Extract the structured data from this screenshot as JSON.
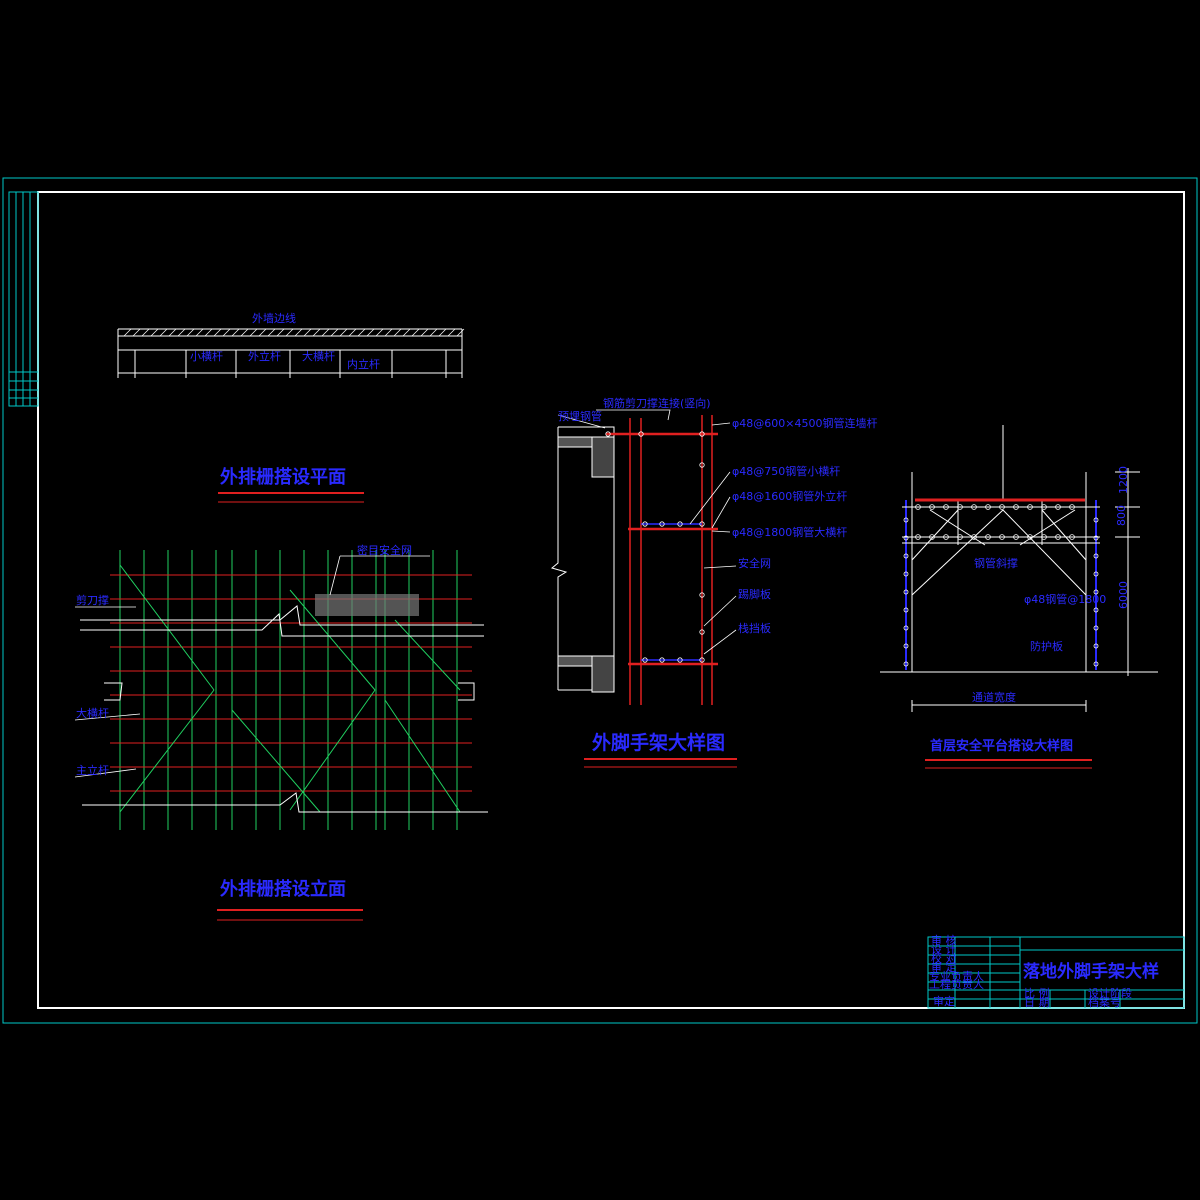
{
  "plan": {
    "title": "外排栅搭设平面",
    "labels": {
      "wall_line": "外墙边线",
      "small_bar": "小横杆",
      "outer_pole": "外立杆",
      "big_bar": "大横杆",
      "inner_pole": "内立杆"
    }
  },
  "elevation": {
    "title": "外排栅搭设立面",
    "labels": {
      "net": "密目安全网",
      "brace": "剪刀撑",
      "big_bar": "大横杆",
      "main_pole": "主立杆"
    }
  },
  "detail": {
    "title": "外脚手架大样图",
    "labels": {
      "fixing": "钢筋剪刀撑连接(竖向)",
      "anchor": "预埋钢管",
      "top_bar": "φ48@600×4500钢管连墙杆",
      "small_bar": "φ48@750钢管小横杆",
      "outer_pole": "φ48@1600钢管外立杆",
      "big_bar": "φ48@1800钢管大横杆",
      "net": "安全网",
      "footboard": "踢脚板",
      "guard": "栈挡板"
    }
  },
  "platform": {
    "title": "首层安全平台搭设大样图",
    "labels": {
      "diag": "钢管斜撑",
      "pole": "φ48钢管@1800",
      "board": "防护板",
      "width": "通道宽度"
    },
    "dims": [
      "1200",
      "800",
      "6000"
    ]
  },
  "titleblock": {
    "drawing_title": "落地外脚手架大样",
    "rows": [
      "审 核",
      "设 计",
      "校 对",
      "审 定",
      "专业负责人",
      "工程负责人",
      "审定"
    ],
    "bottom": [
      "比 例",
      "日 期",
      "设计阶段",
      "档案号"
    ]
  },
  "colors": {
    "frame": "#ffffff",
    "cyan": "#00c8c8",
    "blue": "#2a2aff",
    "red": "#e02020",
    "green": "#20d060"
  }
}
